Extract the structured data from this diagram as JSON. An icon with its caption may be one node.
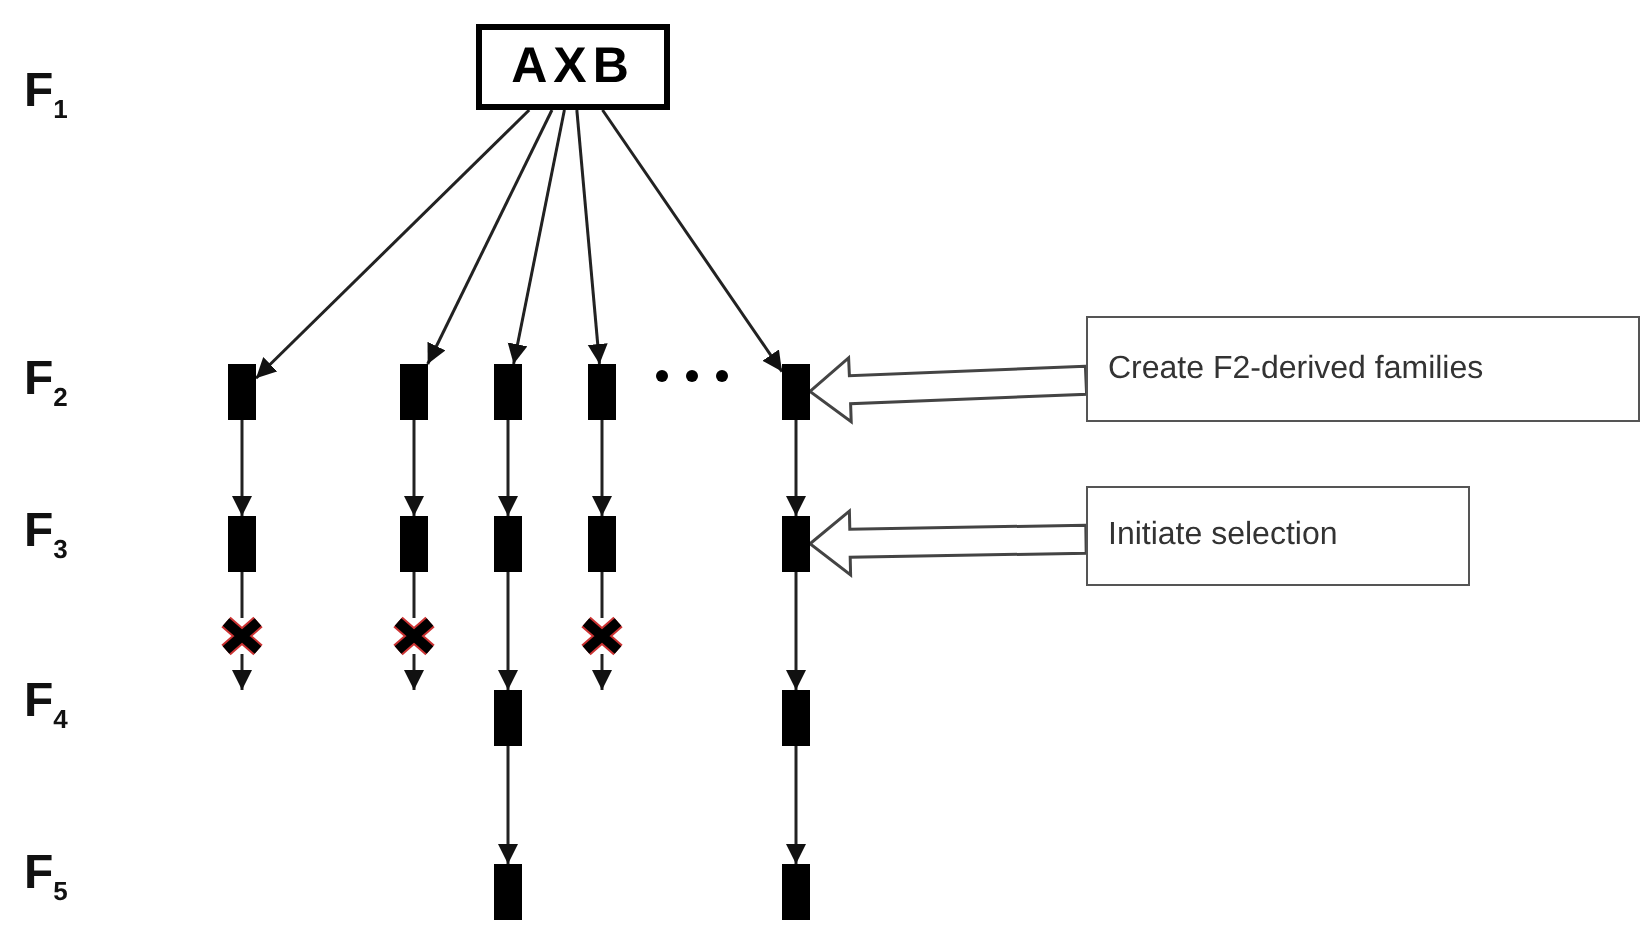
{
  "diagram": {
    "nodes": [
      {
        "text": [
          "AXB"
        ]
      },
      {
        "text": [],
        "shape": "bar"
      },
      {
        "text": [],
        "shape": "bar"
      },
      {
        "text": [],
        "shape": "bar"
      },
      {
        "text": [],
        "shape": "bar"
      },
      {
        "text": [],
        "shape": "bar"
      },
      {
        "text": [],
        "shape": "bar"
      },
      {
        "text": [],
        "shape": "bar"
      },
      {
        "text": [],
        "shape": "bar"
      },
      {
        "text": [],
        "shape": "bar"
      },
      {
        "text": [],
        "shape": "bar"
      },
      {
        "text": [],
        "shape": "bar"
      },
      {
        "text": [],
        "shape": "bar"
      },
      {
        "text": [],
        "shape": "bar"
      },
      {
        "text": [],
        "shape": "bar"
      },
      {
        "text": [
          "Create F2-derived families"
        ]
      },
      {
        "text": [
          "Initiate selection"
        ]
      },
      {
        "text": [],
        "shape": "cross"
      },
      {
        "text": [],
        "shape": "cross"
      },
      {
        "text": [],
        "shape": "cross"
      }
    ],
    "edges": [
      {
        "from": 0,
        "to": 1,
        "arrow": "to"
      },
      {
        "from": 0,
        "to": 2,
        "arrow": "to"
      },
      {
        "from": 0,
        "to": 3,
        "arrow": "to"
      },
      {
        "from": 0,
        "to": 4,
        "arrow": "to"
      },
      {
        "from": 0,
        "to": 5,
        "arrow": "to"
      },
      {
        "from": 1,
        "to": 6,
        "arrow": "to"
      },
      {
        "from": 2,
        "to": 7,
        "arrow": "to"
      },
      {
        "from": 3,
        "to": 8,
        "arrow": "to"
      },
      {
        "from": 4,
        "to": 9,
        "arrow": "to"
      },
      {
        "from": 5,
        "to": 10,
        "arrow": "to"
      },
      {
        "from": 6,
        "to": 17,
        "arrow": "none"
      },
      {
        "from": 7,
        "to": 18,
        "arrow": "none"
      },
      {
        "from": 9,
        "to": 19,
        "arrow": "none"
      },
      {
        "from": 8,
        "to": 11,
        "arrow": "to"
      },
      {
        "from": 10,
        "to": 12,
        "arrow": "to"
      },
      {
        "from": 11,
        "to": 13,
        "arrow": "to"
      },
      {
        "from": 12,
        "to": 14,
        "arrow": "to"
      },
      {
        "from": 15,
        "to": 5,
        "arrow": "to",
        "style": "thick"
      },
      {
        "from": 16,
        "to": 10,
        "arrow": "to",
        "style": "thick"
      },
      {
        "from": 17,
        "to": null,
        "arrow": "to"
      },
      {
        "from": 18,
        "to": null,
        "arrow": "to"
      },
      {
        "from": 19,
        "to": null,
        "arrow": "to"
      }
    ],
    "labels": [
      "F$_{1}$",
      "F$_{2}$",
      "F$_{3}$",
      "F$_{4}$",
      "F$_{5}$"
    ]
  }
}
